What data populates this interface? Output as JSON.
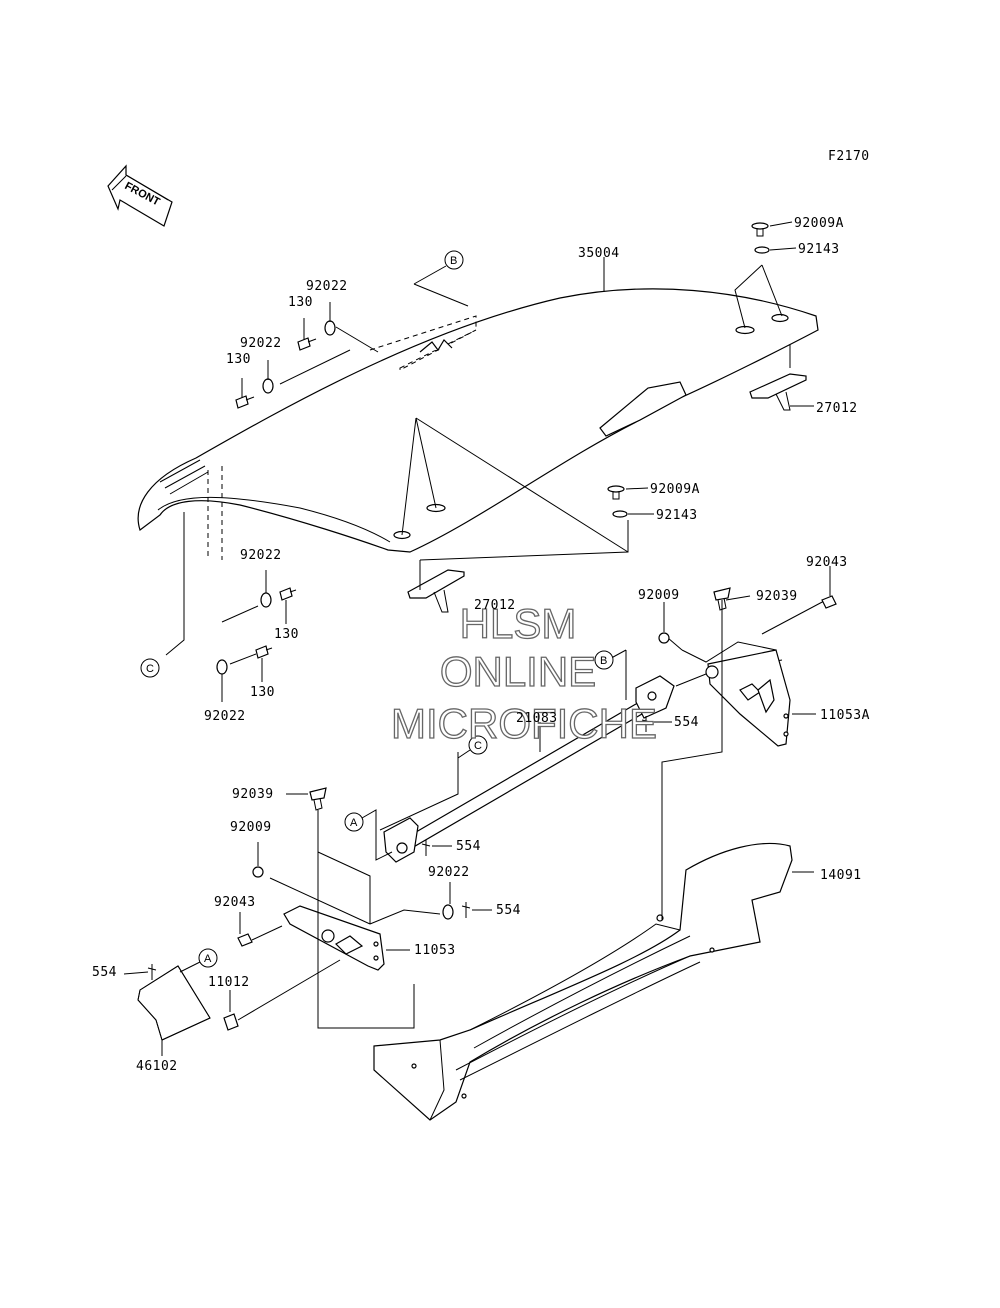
{
  "figure_code": "F2170",
  "front_arrow_text": "FRONT",
  "watermark": {
    "line1": "HLSM",
    "line2": "ONLINE",
    "line3": "MICROFICHE"
  },
  "callouts": {
    "A": "A",
    "B": "B",
    "C": "C"
  },
  "parts": {
    "p35004": "35004",
    "p92009A_top": "92009A",
    "p92143_top": "92143",
    "p27012_right": "27012",
    "p92009A_mid": "92009A",
    "p92143_mid": "92143",
    "p27012_mid": "27012",
    "p92022_a": "92022",
    "p130_a": "130",
    "p92022_b": "92022",
    "p130_b": "130",
    "p92022_c": "92022",
    "p130_c": "130",
    "p130_d": "130",
    "p92022_d": "92022",
    "p92043_right": "92043",
    "p92009_right": "92009",
    "p92039_right": "92039",
    "p11053A": "11053A",
    "p554_right": "554",
    "p21083": "21083",
    "p92039_left": "92039",
    "p92009_left": "92009",
    "p554_mid": "554",
    "p92022_e": "92022",
    "p554_low": "554",
    "p92043_left": "92043",
    "p11053": "11053",
    "p14091": "14091",
    "p554_left": "554",
    "p11012": "11012",
    "p46102": "46102"
  }
}
